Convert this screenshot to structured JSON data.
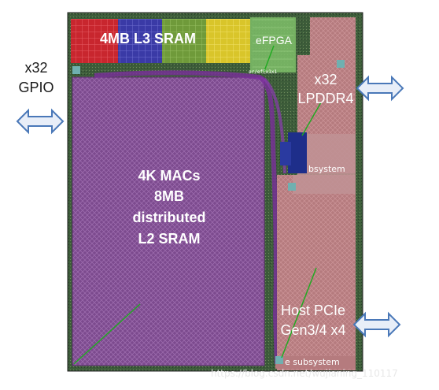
{
  "labels": {
    "l3_sram": "4MB L3 SRAM",
    "efpga": "eFPGA",
    "efpga_tag": "er/ef[x1x1",
    "lpddr_count": "x32",
    "lpddr": "LPDDR4",
    "subsystem_top": "bsystem",
    "gpio_count": "x32",
    "gpio": "GPIO",
    "macs": "4K MACs",
    "l2_size": "8MB",
    "l2_distributed": "distributed",
    "l2_sram": "L2 SRAM",
    "pcie": "Host PCIe",
    "pcie_gen": "Gen3/4 x4",
    "subsystem_bottom": "e subsystem"
  },
  "watermark": "https://blog.csdn.net/wujianing_110117",
  "icons": {
    "gpio_arrow": "double-arrow-icon",
    "lpddr_arrow": "double-arrow-icon",
    "pcie_arrow": "double-arrow-icon"
  },
  "colors": {
    "die_background": "#2e5a32",
    "l2_block": "#7c4a8e",
    "lpddr_block": "#b57b7e",
    "pcie_block": "#b57b7e",
    "sram_red": "#c8262e",
    "sram_blue": "#3a3aa6",
    "sram_green": "#6f9a3a",
    "sram_yellow": "#d9c52a",
    "efpga": "#7fbf6a",
    "arrow_fill": "#e8eef8",
    "arrow_stroke": "#4a78b8"
  }
}
